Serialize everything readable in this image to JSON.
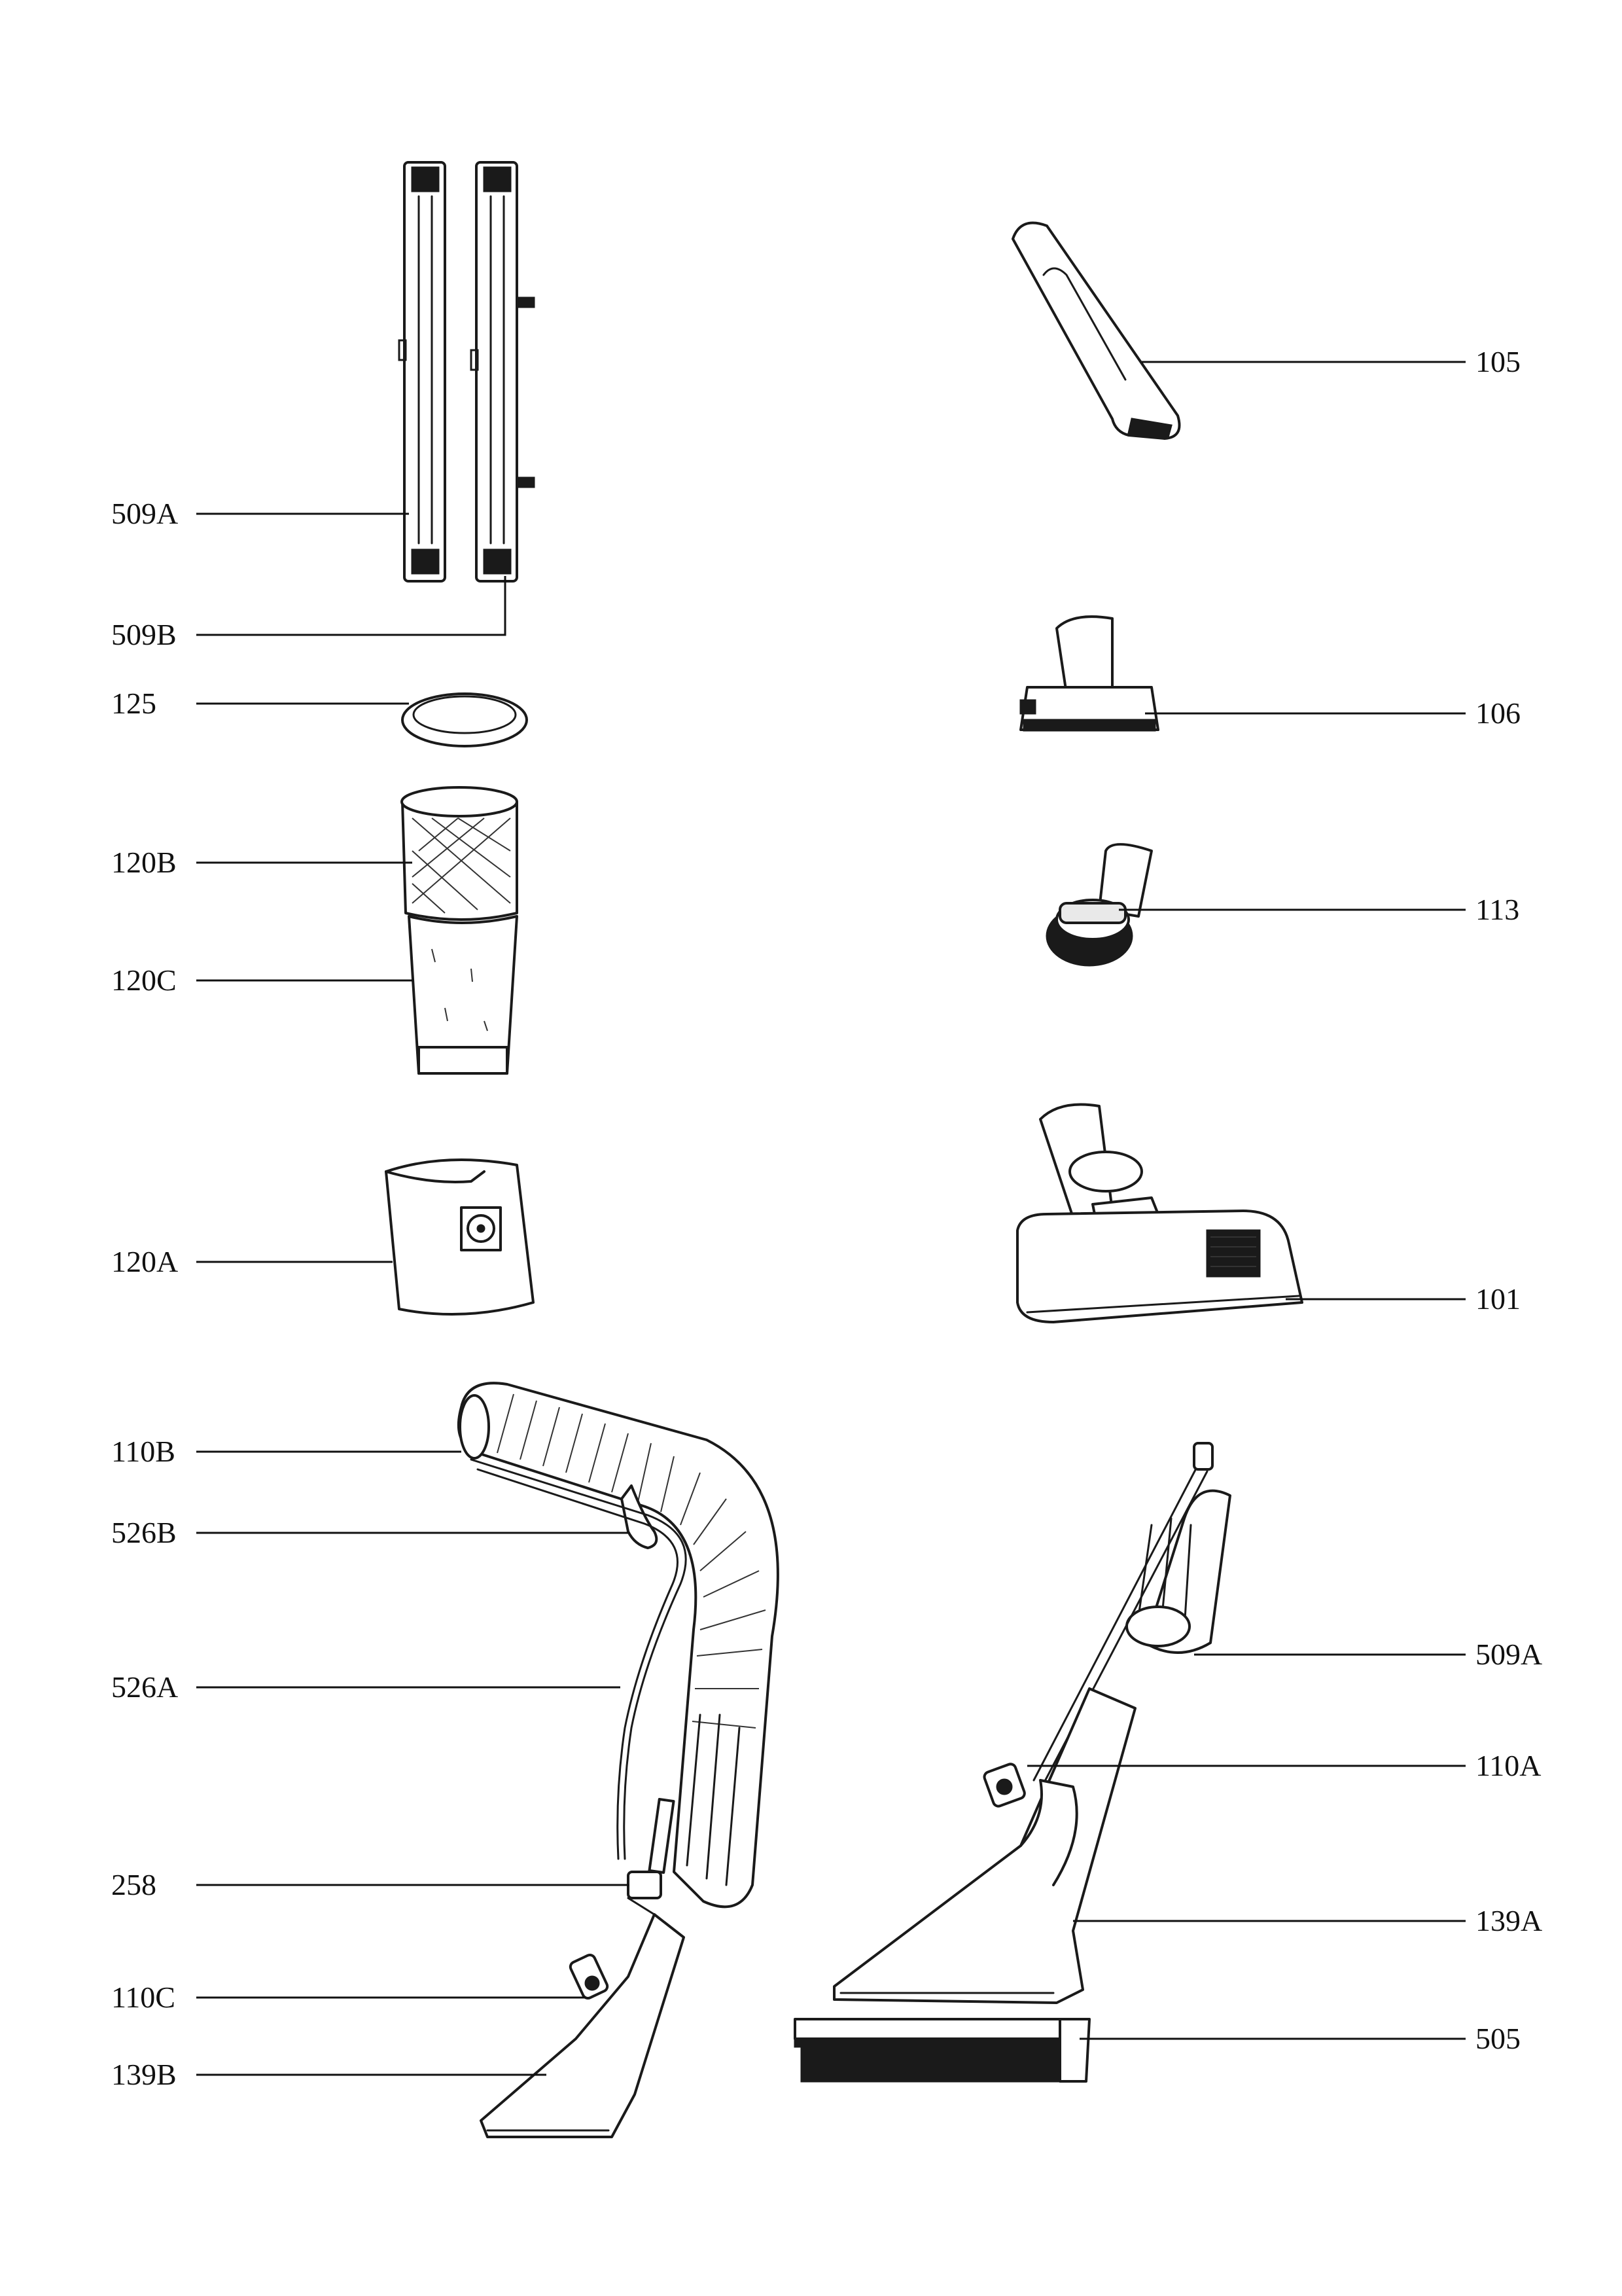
{
  "callouts": {
    "left": [
      "509A",
      "509B",
      "125",
      "120B",
      "120C",
      "120A",
      "110B",
      "526B",
      "526A",
      "258",
      "110C",
      "139B"
    ],
    "right": [
      "105",
      "106",
      "113",
      "101",
      "509A",
      "110A",
      "139A",
      "505"
    ]
  }
}
